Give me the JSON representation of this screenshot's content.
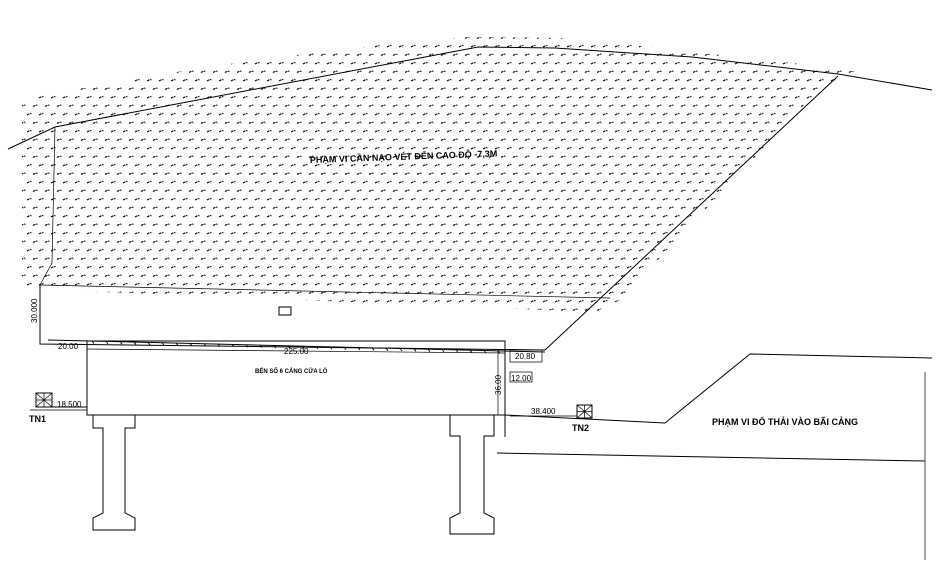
{
  "labels": {
    "dredge_zone": "PHẠM VI CẦN NẠO VÉT ĐẾN CAO ĐỘ -7,3M",
    "port_name": "BẾN SỐ 6 CẢNG CỬA LÒ",
    "dump_zone": "PHẠM VI ĐỔ THẢI VÀO BÃI CẢNG",
    "tn1": "TN1",
    "tn2": "TN2"
  },
  "dimensions": {
    "d_30000": "30.000",
    "d_20_00": "20.00",
    "d_225_00": "225.00",
    "d_20_80": "20.80",
    "d_36_00": "36.00",
    "d_12_00": "12.00",
    "d_18_500": "18.500",
    "d_38_400": "38.400"
  },
  "colors": {
    "line": "#000000",
    "background": "#ffffff"
  }
}
